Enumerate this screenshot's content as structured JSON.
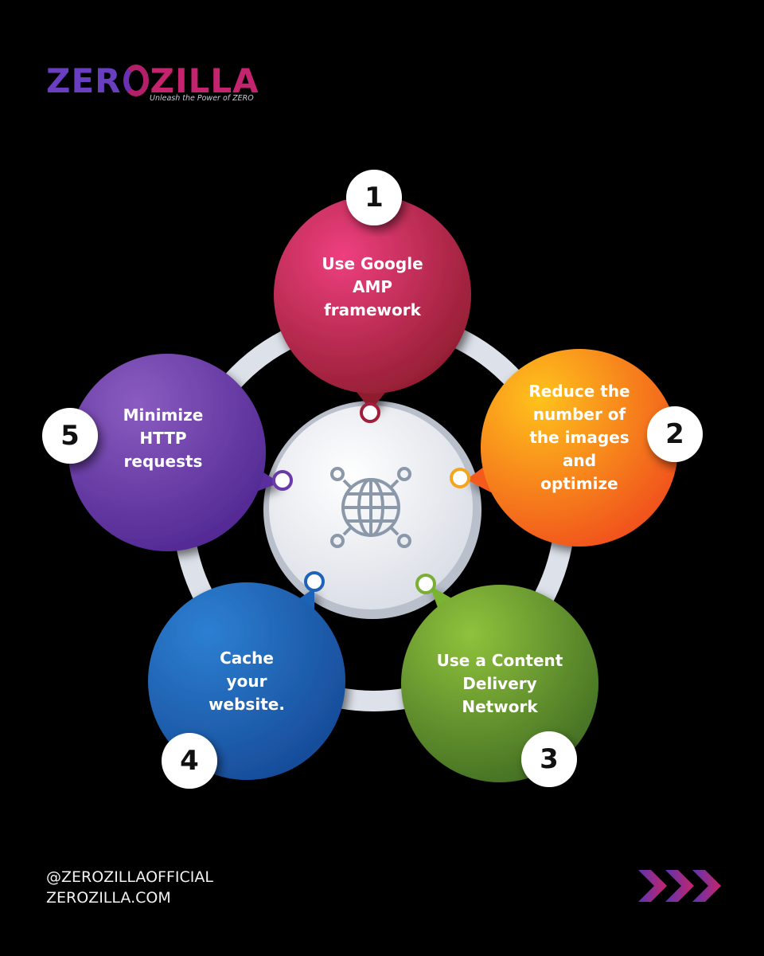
{
  "brand": {
    "name_part1": "ZER",
    "name_part2": "ZILLA",
    "tagline": "Unleash the Power of ZERO",
    "colors": {
      "purple": "#6a3fbf",
      "magenta": "#c4236d"
    }
  },
  "diagram": {
    "center_icon": "globe-network-icon",
    "steps": [
      {
        "number": "1",
        "text": "Use Google\nAMP\nframework",
        "color": "#c2224f"
      },
      {
        "number": "2",
        "text": "Reduce the\nnumber of\nthe images\nand\noptimize",
        "color": "#f78a1c"
      },
      {
        "number": "3",
        "text": "Use a Content\nDelivery\nNetwork",
        "color": "#6a9a2a"
      },
      {
        "number": "4",
        "text": "Cache\nyour\nwebsite.",
        "color": "#1d6cc0"
      },
      {
        "number": "5",
        "text": "Minimize\nHTTP\nrequests",
        "color": "#6a3aa8"
      }
    ]
  },
  "footer": {
    "handle": "@ZEROZILLAOFFICIAL",
    "website": "ZEROZILLA.COM",
    "arrow_icon": "triple-chevron-right-icon"
  }
}
